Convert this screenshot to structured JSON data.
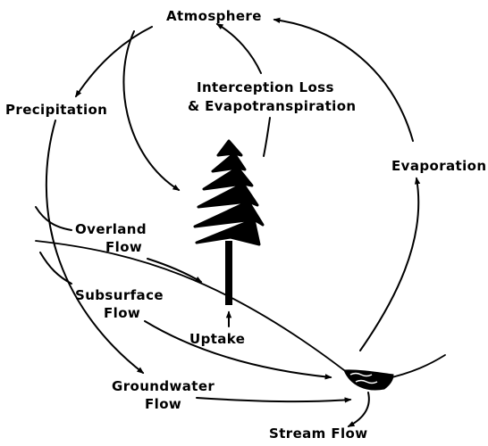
{
  "diagram": {
    "labels": {
      "atmosphere": "Atmosphere",
      "precipitation": "Precipitation",
      "interception_line1": "Interception Loss",
      "interception_line2": "& Evapotranspiration",
      "evaporation": "Evaporation",
      "overland_line1": "Overland",
      "overland_line2": "Flow",
      "subsurface_line1": "Subsurface",
      "subsurface_line2": "Flow",
      "uptake": "Uptake",
      "groundwater_line1": "Groundwater",
      "groundwater_line2": "Flow",
      "stream_flow": "Stream Flow"
    },
    "colors": {
      "ink": "#000000",
      "background": "#ffffff"
    },
    "icons": [
      "tree-icon",
      "stream-pool-icon"
    ]
  }
}
